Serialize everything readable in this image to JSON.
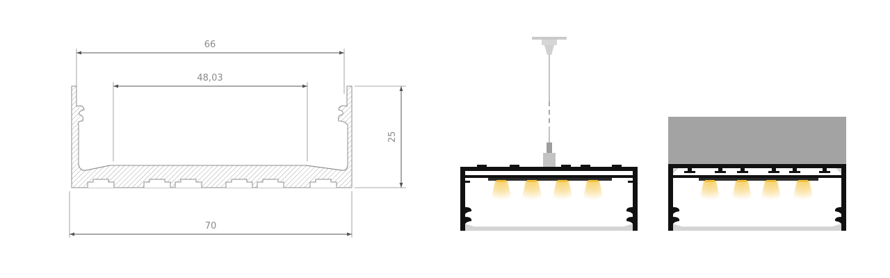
{
  "profile_drawing": {
    "dim_top_outer": "66",
    "dim_top_inner": "48,03",
    "dim_height": "25",
    "dim_bottom_width": "70"
  },
  "mounting_views": {
    "pendant": {
      "led_count": 4
    },
    "surface": {
      "led_count": 4
    }
  },
  "colors": {
    "line": "#8c8c8c",
    "hatch": "#a6a6a6",
    "profile_black": "#111111",
    "diffuser": "#cfcfcf",
    "ceiling": "#a3a3a3",
    "led_glow": "#f4c54a",
    "cable": "#9a9a9a"
  }
}
